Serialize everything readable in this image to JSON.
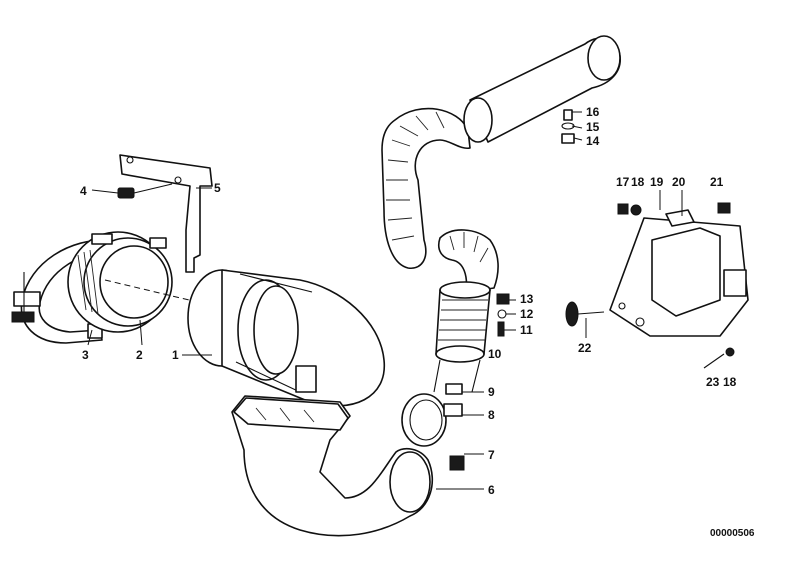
{
  "diagram": {
    "doc_number": "00000506",
    "callouts": {
      "c1": "1",
      "c2": "2",
      "c3": "3",
      "c4": "4",
      "c5": "5",
      "c6": "6",
      "c7": "7",
      "c8": "8",
      "c9": "9",
      "c10": "10",
      "c11": "11",
      "c12": "12",
      "c13": "13",
      "c14": "14",
      "c15": "15",
      "c16": "16",
      "c17": "17",
      "c18a": "18",
      "c19": "19",
      "c20": "20",
      "c21": "21",
      "c22": "22",
      "c23": "23",
      "c18b": "18"
    }
  }
}
